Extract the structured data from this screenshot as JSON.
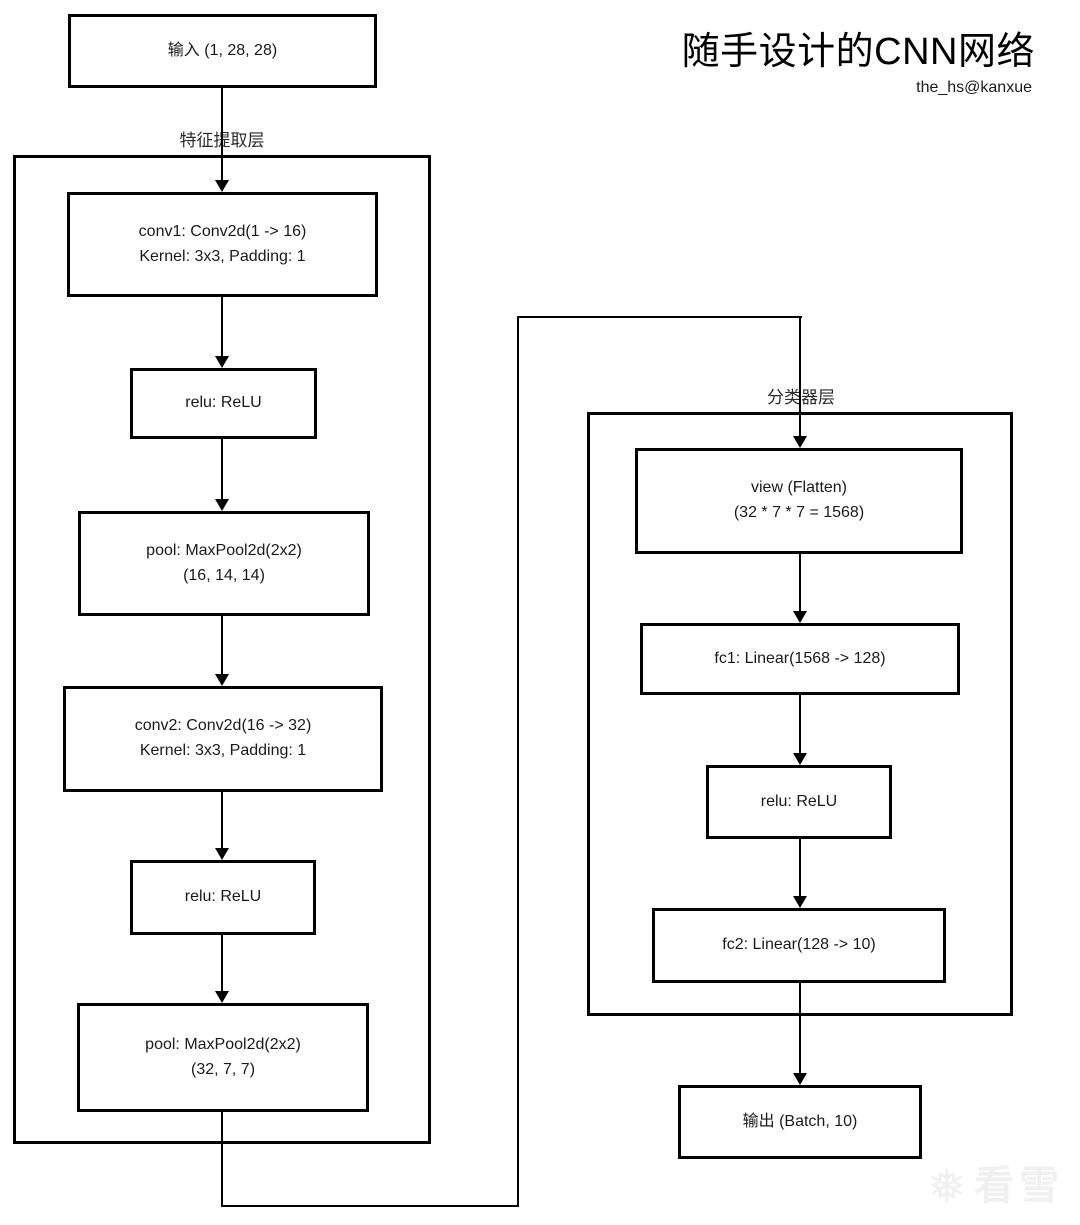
{
  "header": {
    "title": "随手设计的CNN网络",
    "author": "the_hs@kanxue"
  },
  "groups": {
    "feature": {
      "label": "特征提取层"
    },
    "classifier": {
      "label": "分类器层"
    }
  },
  "nodes": {
    "input": {
      "line1": "输入 (1, 28, 28)"
    },
    "conv1": {
      "line1": "conv1: Conv2d(1 -> 16)",
      "line2": "Kernel: 3x3, Padding: 1"
    },
    "relu1": {
      "line1": "relu: ReLU"
    },
    "pool1": {
      "line1": "pool: MaxPool2d(2x2)",
      "line2": "(16, 14, 14)"
    },
    "conv2": {
      "line1": "conv2: Conv2d(16 -> 32)",
      "line2": "Kernel: 3x3, Padding: 1"
    },
    "relu2": {
      "line1": "relu: ReLU"
    },
    "pool2": {
      "line1": "pool: MaxPool2d(2x2)",
      "line2": "(32, 7, 7)"
    },
    "view": {
      "line1": "view (Flatten)",
      "line2": "(32 * 7 * 7 = 1568)"
    },
    "fc1": {
      "line1": "fc1: Linear(1568 -> 128)"
    },
    "relu3": {
      "line1": "relu: ReLU"
    },
    "fc2": {
      "line1": "fc2: Linear(128 -> 10)"
    },
    "output": {
      "line1": "输出 (Batch, 10)"
    }
  },
  "edges": [
    {
      "from": "input",
      "to": "conv1"
    },
    {
      "from": "conv1",
      "to": "relu1"
    },
    {
      "from": "relu1",
      "to": "pool1"
    },
    {
      "from": "pool1",
      "to": "conv2"
    },
    {
      "from": "conv2",
      "to": "relu2"
    },
    {
      "from": "relu2",
      "to": "pool2"
    },
    {
      "from": "pool2",
      "to": "view"
    },
    {
      "from": "view",
      "to": "fc1"
    },
    {
      "from": "fc1",
      "to": "relu3"
    },
    {
      "from": "relu3",
      "to": "fc2"
    },
    {
      "from": "fc2",
      "to": "output"
    }
  ],
  "watermark": {
    "icon": "snowflake-icon",
    "icon_glyph": "❅",
    "text": "看雪"
  },
  "colors": {
    "line": "#000000",
    "text": "#1a1a1a",
    "background": "#ffffff",
    "watermark": "#f0f0f0"
  }
}
